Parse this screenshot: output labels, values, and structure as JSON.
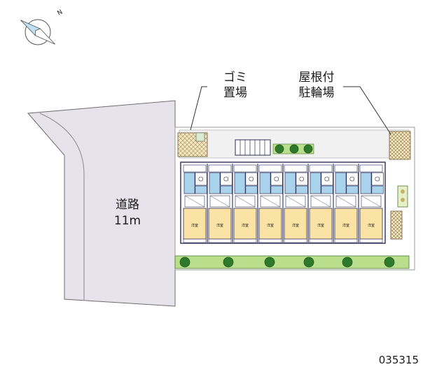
{
  "compass": {
    "icon": "north-arrow-icon",
    "letter": "N"
  },
  "road": {
    "label": "道路",
    "width": "11m",
    "color": "#e6e4ea"
  },
  "callouts": {
    "garbage": {
      "line1": "ゴミ",
      "line2": "置場"
    },
    "bicycle": {
      "line1": "屋根付",
      "line2": "駐輪場"
    }
  },
  "building": {
    "unit_count": 8,
    "unit_label": "洋室"
  },
  "colors": {
    "room": "#fbe3a6",
    "bath": "#a9d3ec",
    "hedge": "#b9df8c",
    "shrub": "#2f7a2a",
    "wall": "#2e2e55",
    "parking_tile": "#f4e2b8"
  },
  "property_code": "035315"
}
